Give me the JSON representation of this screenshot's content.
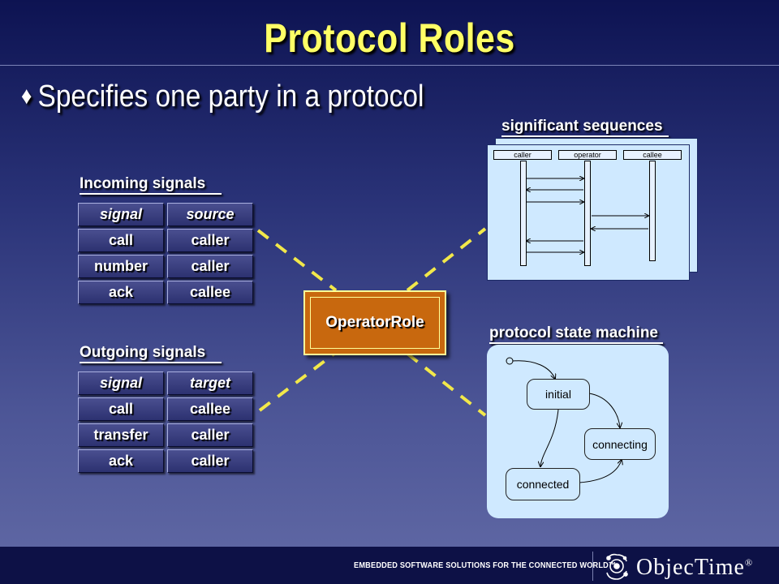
{
  "title": "Protocol Roles",
  "bullet": "Specifies one party in a protocol",
  "incoming": {
    "label": "Incoming signals",
    "headers": [
      "signal",
      "source"
    ],
    "rows": [
      [
        "call",
        "caller"
      ],
      [
        "number",
        "caller"
      ],
      [
        "ack",
        "callee"
      ]
    ]
  },
  "outgoing": {
    "label": "Outgoing signals",
    "headers": [
      "signal",
      "target"
    ],
    "rows": [
      [
        "call",
        "callee"
      ],
      [
        "transfer",
        "caller"
      ],
      [
        "ack",
        "caller"
      ]
    ]
  },
  "center_box": "OperatorRole",
  "sequences": {
    "label": "significant sequences",
    "lifelines": [
      "caller",
      "operator",
      "callee"
    ]
  },
  "state_machine": {
    "label": "protocol state machine",
    "states": [
      "initial",
      "connecting",
      "connected"
    ]
  },
  "footer": {
    "tagline": "EMBEDDED SOFTWARE SOLUTIONS FOR THE CONNECTED WORLD™",
    "brand": "ObjecTime",
    "brand_mark": "®"
  },
  "colors": {
    "title": "#ffff66",
    "center_box_fill": "#c8680e",
    "connector_dash": "#f2e84a",
    "diagram_panel": "#cfe9ff"
  }
}
